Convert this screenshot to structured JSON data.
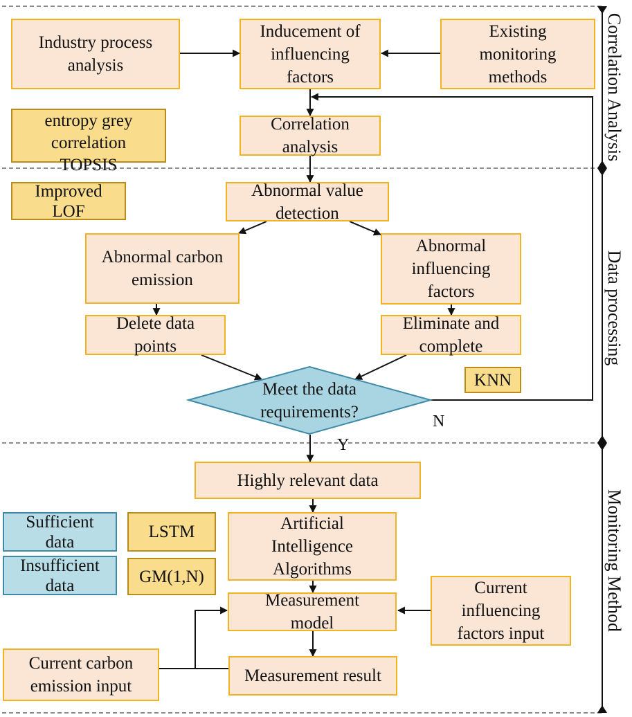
{
  "sections": {
    "correlation": "Correlation Analysis",
    "data_processing": "Data processing",
    "monitoring": "Monitoring Method"
  },
  "boxes": {
    "industry": "Industry process\nanalysis",
    "inducement": "Inducement of\ninfluencing\nfactors",
    "existing": "Existing\nmonitoring\nmethods",
    "entropy": "entropy grey\ncorrelation\nTOPSIS",
    "correlation_analysis": "Correlation\nanalysis",
    "improved_lof": "Improved\nLOF",
    "abnormal_value": "Abnormal value\ndetection",
    "abnormal_carbon": "Abnormal carbon\nemission",
    "abnormal_factors": "Abnormal\ninfluencing\nfactors",
    "delete_points": "Delete data\npoints",
    "eliminate": "Eliminate and\ncomplete",
    "knn": "KNN",
    "meet_requirements": "Meet the data\nrequirements?",
    "highly_relevant": "Highly relevant data",
    "sufficient": "Sufficient\ndata",
    "insufficient": "Insufficient\ndata",
    "lstm": "LSTM",
    "gm": "GM(1,N)",
    "ai_algorithms": "Artificial\nIntelligence\nAlgorithms",
    "measurement_model": "Measurement\nmodel",
    "current_factors": "Current\ninfluencing\nfactors input",
    "current_carbon": "Current carbon\nemission input",
    "measurement_result": "Measurement result"
  },
  "labels": {
    "no": "N",
    "yes": "Y"
  },
  "colors": {
    "process_fill": "#fbe6d6",
    "process_border": "#f2b323",
    "method_fill": "#f9dc8c",
    "method_border": "#b88e1a",
    "data_fill": "#b8dde7",
    "data_border": "#3f8aa6",
    "decision_fill": "#a9d5e2"
  }
}
